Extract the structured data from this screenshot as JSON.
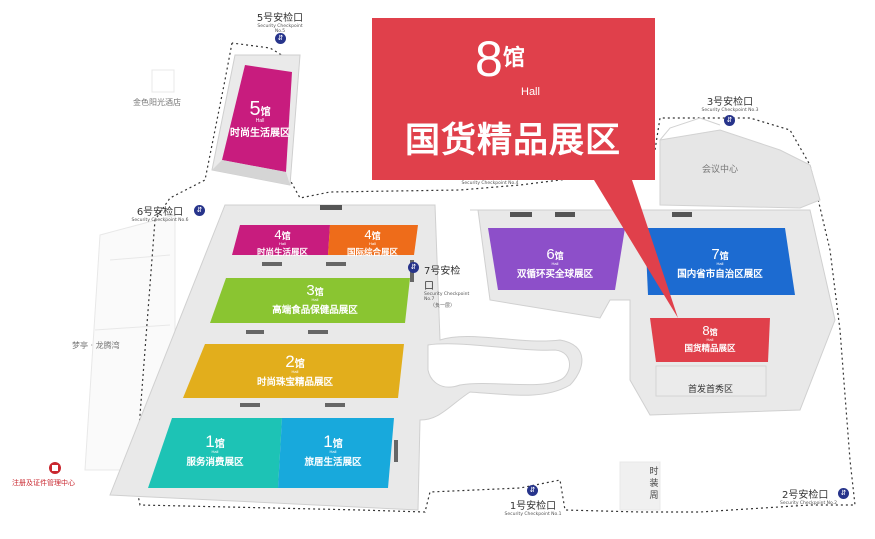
{
  "callout": {
    "hall_number": "8",
    "hall_char": "馆",
    "hall_en": "Hall",
    "zone": "国货精品展区",
    "color": "#e0404b"
  },
  "halls": [
    {
      "id": "hall-1a",
      "number": "1",
      "char": "馆",
      "en": "Hall",
      "zone": "服务消费展区",
      "color": "#1dc3b5"
    },
    {
      "id": "hall-1b",
      "number": "1",
      "char": "馆",
      "en": "Hall",
      "zone": "旅居生活展区",
      "color": "#18a9dc"
    },
    {
      "id": "hall-2",
      "number": "2",
      "char": "馆",
      "en": "Hall",
      "zone": "时尚珠宝精品展区",
      "color": "#e2ae1c"
    },
    {
      "id": "hall-3",
      "number": "3",
      "char": "馆",
      "en": "Hall",
      "zone": "高端食品保健品展区",
      "color": "#8ac531"
    },
    {
      "id": "hall-4a",
      "number": "4",
      "char": "馆",
      "en": "Hall",
      "zone": "时尚生活展区",
      "color": "#c81c7e"
    },
    {
      "id": "hall-4b",
      "number": "4",
      "char": "馆",
      "en": "Hall",
      "zone": "国际综合展区",
      "color": "#ee6c1a"
    },
    {
      "id": "hall-5",
      "number": "5",
      "char": "馆",
      "en": "Hall",
      "zone": "时尚生活展区",
      "color": "#c81c7e"
    },
    {
      "id": "hall-6",
      "number": "6",
      "char": "馆",
      "en": "Hall",
      "zone": "双循环买全球展区",
      "color": "#8d4fc9"
    },
    {
      "id": "hall-7",
      "number": "7",
      "char": "馆",
      "en": "Hall",
      "zone": "国内省市自治区展区",
      "color": "#1c6bd1"
    },
    {
      "id": "hall-8",
      "number": "8",
      "char": "馆",
      "en": "Hall",
      "zone": "国货精品展区",
      "color": "#e0404b"
    }
  ],
  "checkpoints": [
    {
      "id": "cp1",
      "title": "1号安检口",
      "sub": "Security Checkpoint No.1"
    },
    {
      "id": "cp2",
      "title": "2号安检口",
      "sub": "Security Checkpoint No.2"
    },
    {
      "id": "cp3",
      "title": "3号安检口",
      "sub": "Security Checkpoint No.3"
    },
    {
      "id": "cp4",
      "title": "",
      "sub": "Security Checkpoint No.4"
    },
    {
      "id": "cp5",
      "title": "5号安检口",
      "sub": "Security Checkpoint No.5"
    },
    {
      "id": "cp6",
      "title": "6号安检口",
      "sub": "Security Checkpoint No.6"
    },
    {
      "id": "cp7",
      "title": "7号安检口",
      "sub": "Security Checkpoint No.7",
      "note": "（负一层）"
    }
  ],
  "venues": {
    "hotel": "金色阳光酒店",
    "conference": "会议中心",
    "mengting": "梦亭 · 龙腾湾",
    "premiere": "首发首秀区",
    "fashion_week": [
      "时",
      "装",
      "周"
    ],
    "registration": "注册及证件管理中心"
  },
  "colors": {
    "building": "#e6e6e6",
    "building_edge": "#cfcfcf",
    "route": "#333333",
    "checkpoint_icon": "#27348b",
    "registration_icon": "#c9272f"
  }
}
